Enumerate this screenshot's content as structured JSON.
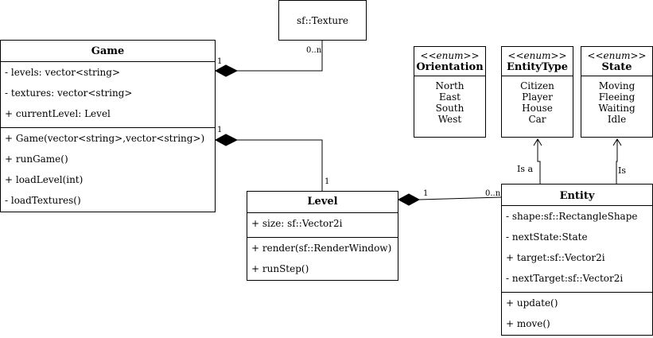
{
  "texture": {
    "name": "sf::Texture"
  },
  "game": {
    "name": "Game",
    "attributes": [
      "- levels: vector<string>",
      "- textures: vector<string>",
      "+ currentLevel: Level"
    ],
    "methods": [
      "+ Game(vector<string>,vector<string>)",
      "+ runGame()",
      "+ loadLevel(int)",
      "-  loadTextures()"
    ]
  },
  "level": {
    "name": "Level",
    "attributes": [
      "+ size: sf::Vector2i"
    ],
    "methods": [
      "+ render(sf::RenderWindow)",
      "+ runStep()"
    ]
  },
  "entity": {
    "name": "Entity",
    "attributes": [
      "- shape:sf::RectangleShape",
      "- nextState:State",
      "+ target:sf::Vector2i",
      "- nextTarget:sf::Vector2i"
    ],
    "methods": [
      "+ update()",
      "+ move()"
    ]
  },
  "enums": [
    {
      "stereotype": "<<enum>>",
      "name": "Orientation",
      "literals": [
        "North",
        "East",
        "South",
        "West"
      ]
    },
    {
      "stereotype": "<<enum>>",
      "name": "EntityType",
      "literals": [
        "Citizen",
        "Player",
        "House",
        "Car"
      ]
    },
    {
      "stereotype": "<<enum>>",
      "name": "State",
      "literals": [
        "Moving",
        "Fleeing",
        "Waiting",
        "Idle"
      ]
    }
  ],
  "relations": {
    "texture_game": {
      "source_mult": "0..n",
      "target_mult": "1"
    },
    "level_game": {
      "source_mult": "1",
      "target_mult": "1"
    },
    "entity_level": {
      "source_mult": "0..n",
      "target_mult": "1"
    },
    "entity_entitytype": {
      "label": "Is a"
    },
    "entity_state": {
      "label": "Is"
    }
  }
}
